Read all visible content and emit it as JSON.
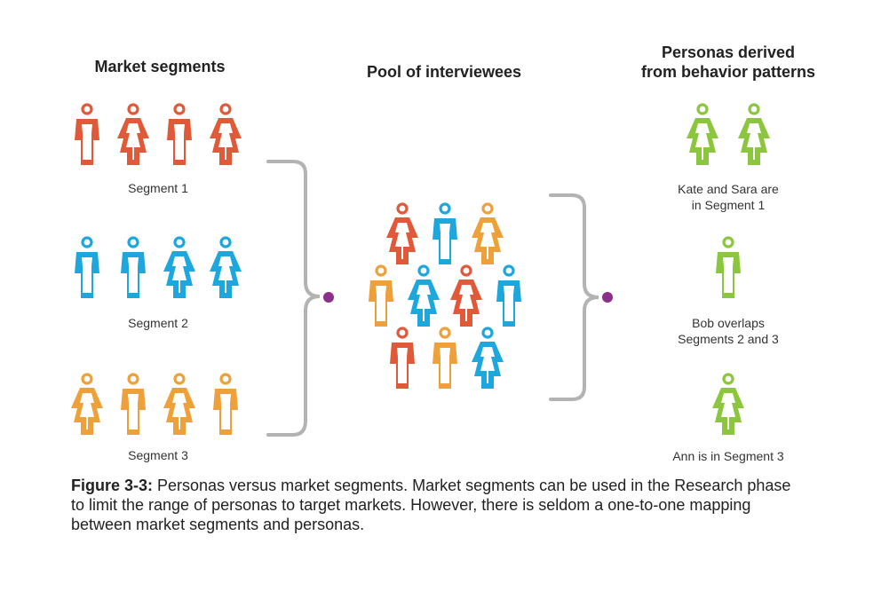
{
  "headings": {
    "market_segments": "Market segments",
    "pool": "Pool of interviewees",
    "personas": "Personas derived\nfrom behavior patterns"
  },
  "segment_labels": [
    "Segment 1",
    "Segment 2",
    "Segment 3"
  ],
  "persona_labels": {
    "kate_sara": "Kate and Sara are\nin Segment 1",
    "bob": "Bob overlaps\nSegments 2 and 3",
    "ann": "Ann is in Segment 3"
  },
  "caption": {
    "figure_label": "Figure 3-3:",
    "text": " Personas versus market segments. Market segments can be used in the Research phase to limit the range of personas to target markets. However, there is seldom a one-to-one mapping between market segments and personas."
  },
  "colors": {
    "segment_1": "#e05a3a",
    "segment_2": "#1ea7dc",
    "segment_3": "#eea13b",
    "persona": "#8cc63f",
    "bracket": "#b3b3b3",
    "dot": "#8b2f8a"
  },
  "icons": {
    "male": "person-male-icon",
    "female": "person-female-icon"
  }
}
